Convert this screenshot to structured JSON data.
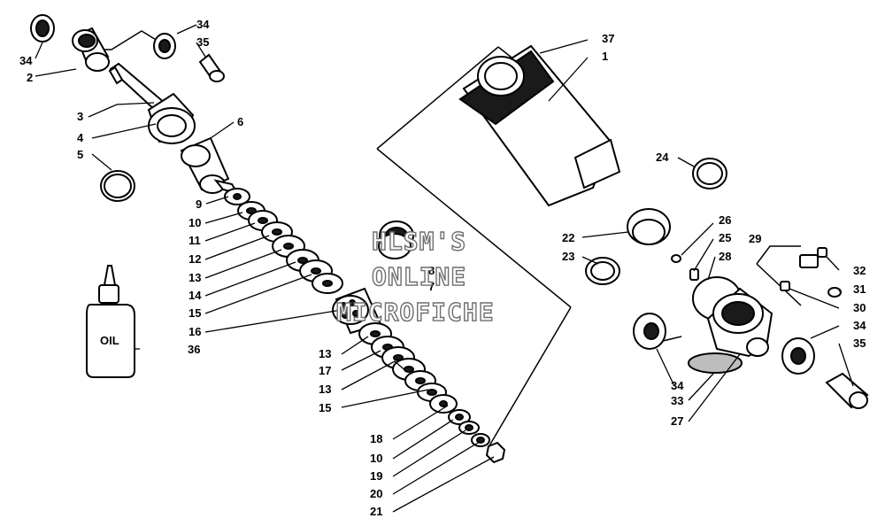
{
  "diagram": {
    "callouts": {
      "c1": "1",
      "c2": "2",
      "c3": "3",
      "c4": "4",
      "c5": "5",
      "c6": "6",
      "c7": "7",
      "c8": "8",
      "c9": "9",
      "c10a": "10",
      "c10b": "10",
      "c11": "11",
      "c12": "12",
      "c13a": "13",
      "c13b": "13",
      "c13c": "13",
      "c14": "14",
      "c15a": "15",
      "c15b": "15",
      "c16": "16",
      "c17": "17",
      "c18": "18",
      "c19": "19",
      "c20": "20",
      "c21": "21",
      "c22": "22",
      "c23": "23",
      "c24": "24",
      "c25": "25",
      "c26": "26",
      "c27": "27",
      "c28": "28",
      "c29": "29",
      "c30": "30",
      "c31": "31",
      "c32": "32",
      "c33": "33",
      "c34a": "34",
      "c34b": "34",
      "c34c": "34",
      "c34d": "34",
      "c35a": "35",
      "c35b": "35",
      "c36": "36",
      "c37": "37"
    },
    "oil_bottle_label": "OIL",
    "watermark": [
      "HLSM'S",
      "ONLINE",
      "MICROFICHE"
    ]
  }
}
